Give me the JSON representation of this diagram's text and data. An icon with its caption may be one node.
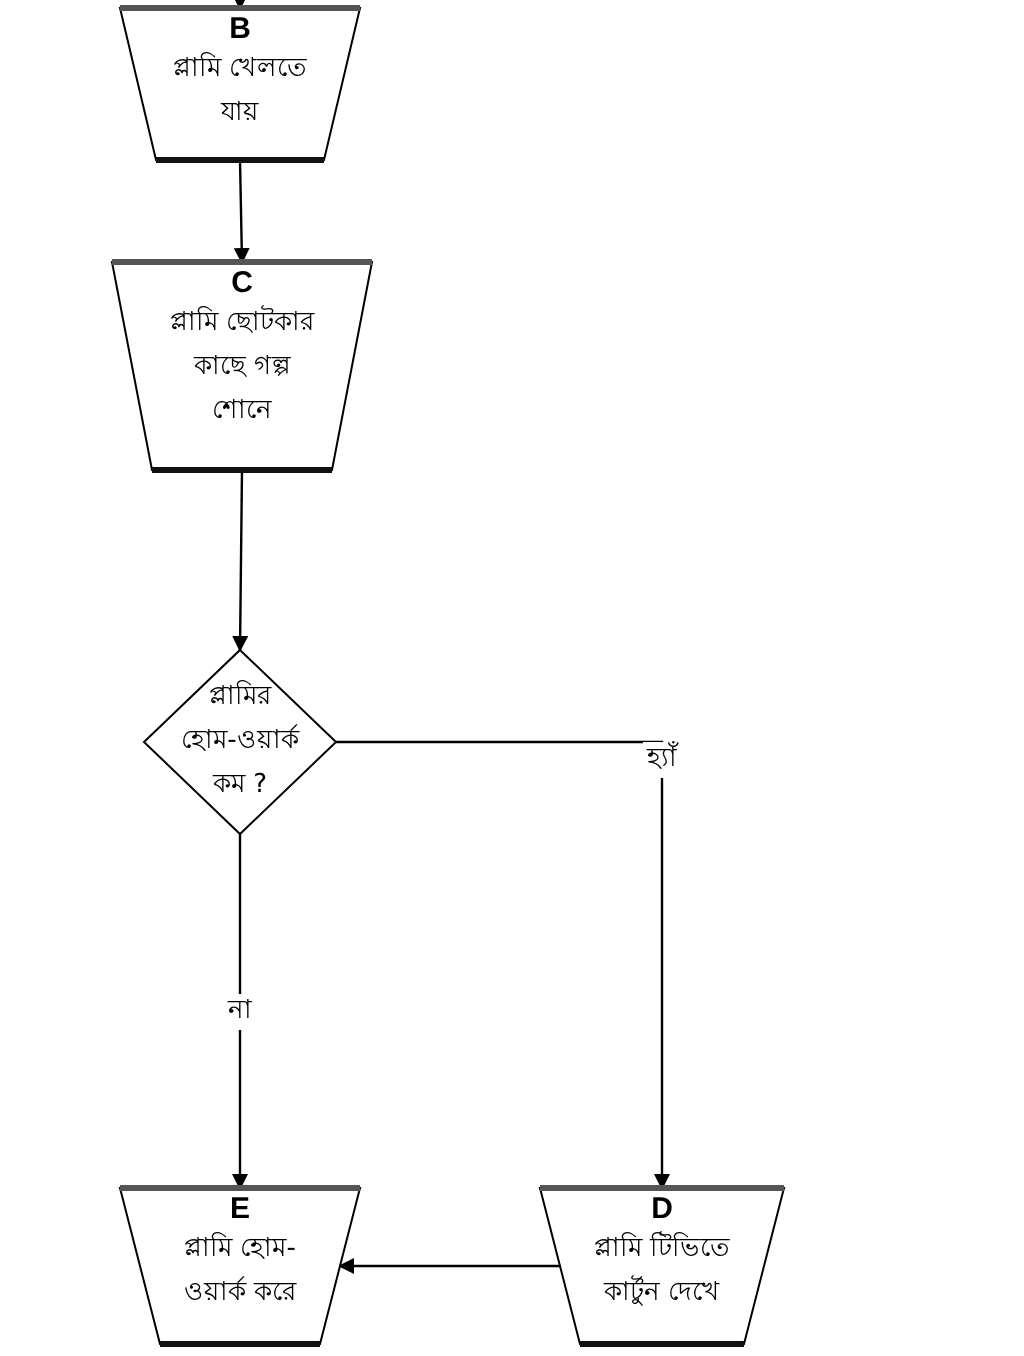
{
  "diagram": {
    "nodes": [
      {
        "text": [
          "B",
          "প্লামি খেলতে যায়"
        ]
      },
      {
        "text": [
          "C",
          "প্লামি ছোটকার কাছে গল্প শোনে"
        ]
      },
      {
        "text": [
          "প্লামির হোম-ওয়ার্ক কম ?"
        ]
      },
      {
        "text": [
          "E",
          "প্লামি হোম-ওয়ার্ক করে"
        ]
      },
      {
        "text": [
          "D",
          "প্লামি টিভিতে কার্টুন দেখে"
        ]
      }
    ],
    "edges": [
      {
        "from": null,
        "to": 0,
        "arrow": "to"
      },
      {
        "from": 0,
        "to": 1,
        "arrow": "to"
      },
      {
        "from": 1,
        "to": 2,
        "arrow": "to"
      },
      {
        "from": 2,
        "to": 3,
        "arrow": "to",
        "label": "না"
      },
      {
        "from": 2,
        "to": 4,
        "arrow": "to",
        "label": "হ্যাঁ"
      },
      {
        "from": 4,
        "to": 3,
        "arrow": "to"
      }
    ]
  }
}
